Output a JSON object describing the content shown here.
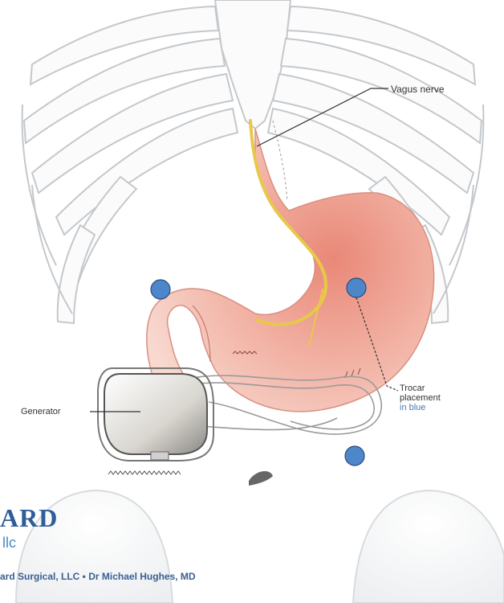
{
  "labels": {
    "vagus_nerve": "Vagus nerve",
    "trocar_line1": "Trocar",
    "trocar_line2": "placement",
    "trocar_line3": "in blue",
    "generator": "Generator"
  },
  "logo": {
    "main": "ARD",
    "sub": "llc"
  },
  "footer": {
    "credit": "ard Surgical, LLC  •  Dr Michael Hughes, MD"
  },
  "colors": {
    "bone_outline": "#c4c8cc",
    "stomach_fill": "#f2b4a6",
    "stomach_shade": "#e88c7c",
    "nerve": "#e8c84a",
    "trocar_marker": "#4d86c9",
    "logo_blue": "#2f5d9a"
  }
}
